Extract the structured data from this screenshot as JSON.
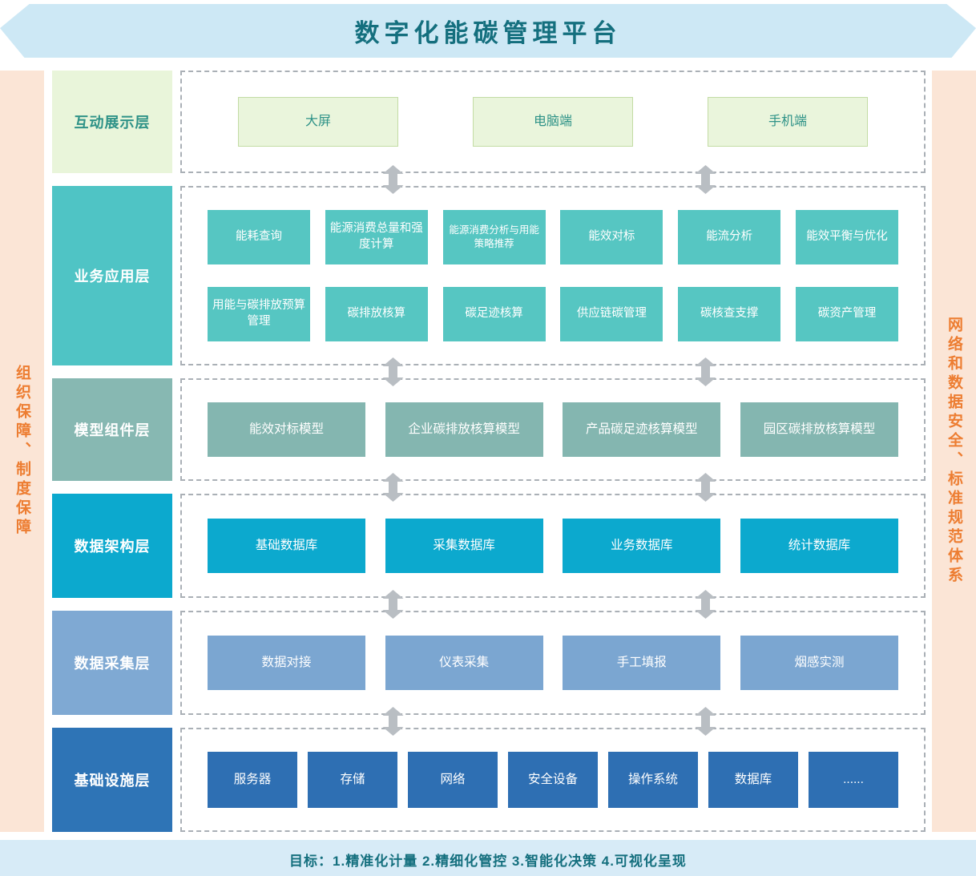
{
  "title": "数字化能碳管理平台",
  "left_banner": "组织保障、制度保障",
  "right_banner": "网络和数据安全、标准规范体系",
  "footer": "目标：1.精准化计量  2.精细化管控  3.智能化决策  4.可视化呈现",
  "icons": {
    "layer_connector": "double-arrow"
  },
  "colors": {
    "title_band_bg": "#cde8f5",
    "title_text": "#146f7e",
    "side_banner_bg": "#fbe5d6",
    "side_banner_text": "#ed7d31",
    "layer1_bg": "#e9f5da",
    "layer1_text": "#2e9287",
    "layer2_bg": "#56c6c2",
    "layer3_bg": "#84b6b0",
    "layer4_bg": "#0ca9ce",
    "layer5_bg": "#7ba6d1",
    "layer6_bg": "#2e6fb3",
    "arrow": "#b9bec3",
    "dashed_border": "#aab0b6",
    "footer_bg": "#d7ebf7"
  },
  "layers": [
    {
      "label": "互动展示层",
      "items": [
        "大屏",
        "电脑端",
        "手机端"
      ]
    },
    {
      "label": "业务应用层",
      "rows": [
        [
          "能耗查询",
          "能源消费总量和强度计算",
          "能源消费分析与用能策略推荐",
          "能效对标",
          "能流分析",
          "能效平衡与优化"
        ],
        [
          "用能与碳排放预算管理",
          "碳排放核算",
          "碳足迹核算",
          "供应链碳管理",
          "碳核查支撑",
          "碳资产管理"
        ]
      ]
    },
    {
      "label": "模型组件层",
      "items": [
        "能效对标模型",
        "企业碳排放核算模型",
        "产品碳足迹核算模型",
        "园区碳排放核算模型"
      ]
    },
    {
      "label": "数据架构层",
      "items": [
        "基础数据库",
        "采集数据库",
        "业务数据库",
        "统计数据库"
      ]
    },
    {
      "label": "数据采集层",
      "items": [
        "数据对接",
        "仪表采集",
        "手工填报",
        "烟感实测"
      ]
    },
    {
      "label": "基础设施层",
      "items": [
        "服务器",
        "存储",
        "网络",
        "安全设备",
        "操作系统",
        "数据库",
        "......"
      ]
    }
  ]
}
